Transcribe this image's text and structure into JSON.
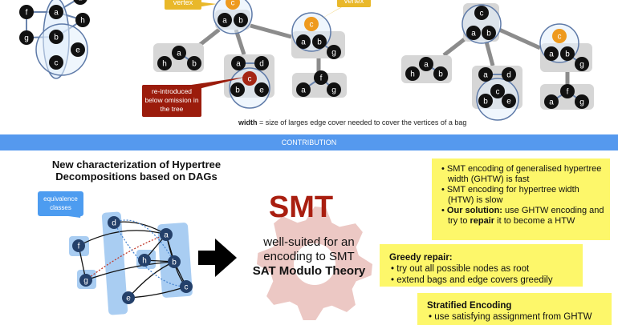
{
  "hypergraph": {
    "nodes": [
      "f",
      "a",
      "h",
      "g",
      "b",
      "e",
      "c",
      "d"
    ]
  },
  "tree1": {
    "callout_left": "vertex",
    "callout_right": "vertex",
    "callout_red": "re-introduced below omission in the tree",
    "root": [
      "c",
      "a",
      "b"
    ],
    "left": [
      "a",
      "h",
      "b"
    ],
    "mid": [
      "a",
      "d",
      "c",
      "b",
      "e"
    ],
    "right": [
      "c",
      "a",
      "b",
      "g"
    ],
    "bottom": [
      "f",
      "a",
      "g"
    ]
  },
  "tree2": {
    "root": [
      "c",
      "a",
      "b"
    ],
    "left": [
      "a",
      "h",
      "b"
    ],
    "mid": [
      "a",
      "d",
      "c",
      "b",
      "e"
    ],
    "right": [
      "c",
      "a",
      "b",
      "g"
    ],
    "bottom": [
      "f",
      "a",
      "g"
    ]
  },
  "width_note": {
    "term": "width",
    "text": " = size of larges edge cover needed to cover the vertices of a bag"
  },
  "banner": "CONTRIBUTION",
  "characterization": {
    "title": "New characterization of Hypertree Decompositions based on DAGs",
    "callout": "equivalence classes",
    "nodes": [
      "d",
      "f",
      "a",
      "h",
      "b",
      "g",
      "c",
      "e"
    ]
  },
  "smt": {
    "title": "SMT",
    "line1": "well-suited for an",
    "line2": "encoding to SMT",
    "line3": "SAT Modulo Theory"
  },
  "box1": {
    "items": [
      "SMT encoding of generalised hypertree width (GHTW) is fast",
      "SMT encoding for hypertree width (HTW) is slow"
    ],
    "solution_label": "Our solution:",
    "solution_text_1": "  use GHTW encoding and try to ",
    "solution_bold": "repair",
    "solution_text_2": " it to become a HTW"
  },
  "box2": {
    "title": "Greedy repair:",
    "items": [
      "try out all possible nodes as root",
      "extend bags and edge covers greedily"
    ]
  },
  "box3": {
    "title": "Stratified Encoding",
    "items": [
      "use satisfying assignment from GHTW"
    ]
  },
  "colors": {
    "node": "#111111",
    "orange": "#ee9a1e",
    "red": "#a52614",
    "bag": "#d6d6d6",
    "circle": "#5e7aa8",
    "banner": "#5599ee",
    "yellow": "#fdf76a",
    "dag_node": "#24406a"
  }
}
